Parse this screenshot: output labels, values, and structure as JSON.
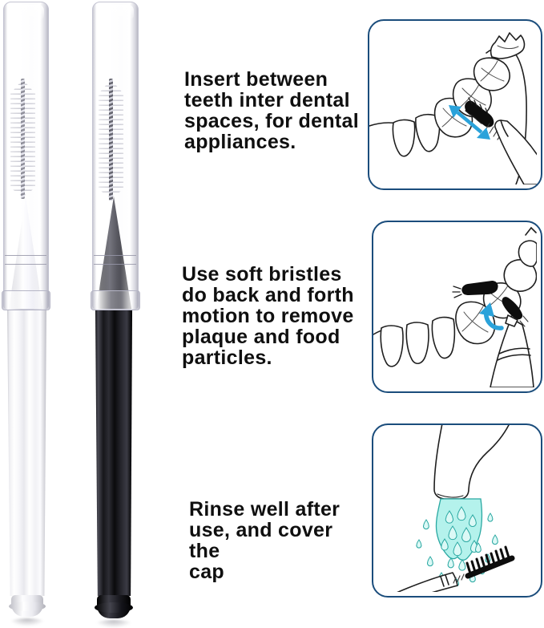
{
  "image_title": "Interdental brush usage instructions",
  "colors": {
    "panel-border": "#1b4d7c",
    "arrow-blue": "#2aa2da",
    "water-fill": "#b4f2ec",
    "water-stroke": "#2aa8a2",
    "outline": "#1f1f1f",
    "brush-black": "#0d0d0d"
  },
  "product": {
    "name": "two-interdental-brushes-with-clear-caps",
    "items": [
      {
        "name": "white-interdental-brush",
        "handle_color": "#f4f4f6"
      },
      {
        "name": "black-interdental-brush",
        "handle_color": "#111111"
      }
    ]
  },
  "steps": [
    {
      "text": "Insert between\nteeth inter dental\nspaces, for dental\nappliances.",
      "illustration": "brush-inserted-between-teeth-illustration"
    },
    {
      "text": "Use soft bristles\ndo back and forth\nmotion to remove\nplaque and food\nparticles.",
      "illustration": "brush-back-and-forth-on-teeth-illustration"
    },
    {
      "text": "Rinse well after\nuse, and cover the\ncap",
      "illustration": "rinse-brush-under-faucet-illustration"
    }
  ]
}
